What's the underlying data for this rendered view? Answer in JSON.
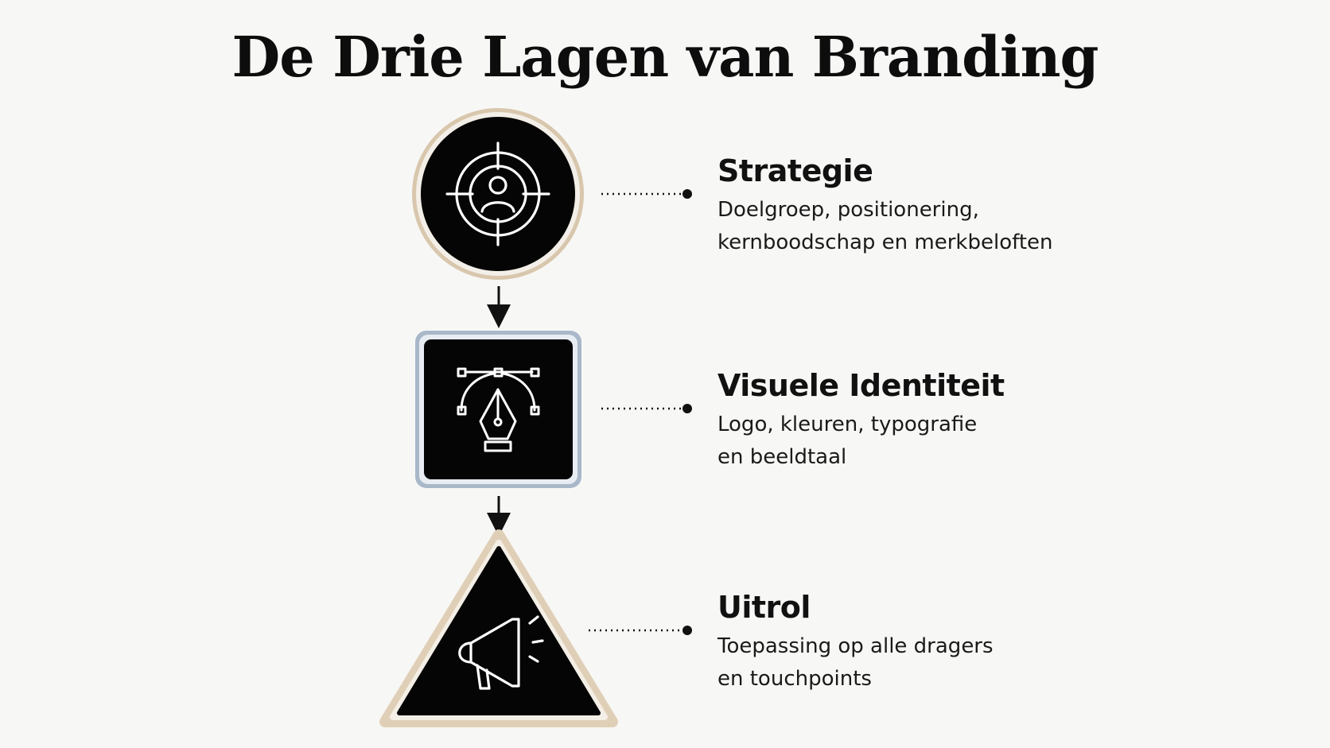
{
  "title": "De Drie Lagen van Branding",
  "layers": [
    {
      "title": "Strategie",
      "description_lines": [
        "Doelgroep, positionering,",
        "kernboodschap en merkbeloften"
      ],
      "shape": "circle",
      "icon": "target-user-icon",
      "border_color": "#d8c7ad"
    },
    {
      "title": "Visuele Identiteit",
      "description_lines": [
        "Logo, kleuren, typografie",
        "en beeldtaal"
      ],
      "shape": "rounded-square",
      "icon": "pen-tool-bezier-icon",
      "border_color": "#a9b8c9"
    },
    {
      "title": "Uitrol",
      "description_lines": [
        "Toepassing op alle dragers",
        "en touchpoints"
      ],
      "shape": "triangle",
      "icon": "megaphone-icon",
      "border_color": "#e0cfb7"
    }
  ],
  "colors": {
    "background": "#f7f7f5",
    "shape_fill": "#050505",
    "icon_stroke": "#ffffff",
    "text": "#111111"
  }
}
